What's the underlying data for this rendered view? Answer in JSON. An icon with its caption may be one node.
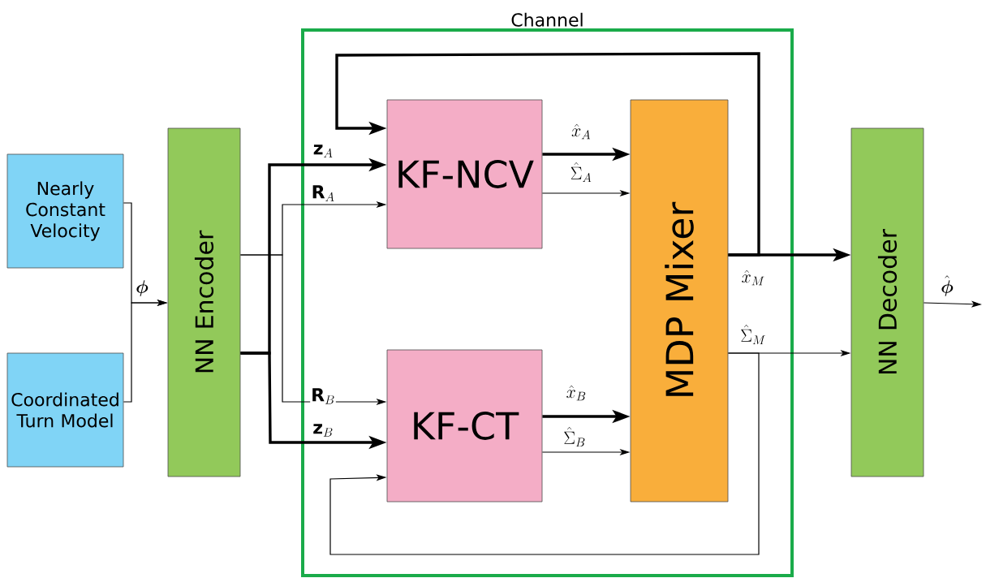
{
  "diagram": {
    "nodes": [
      {
        "text": [
          "Channel"
        ]
      },
      {
        "text": [
          "Nearly Constant Velocity"
        ]
      },
      {
        "text": [
          "Coordinated Turn Model"
        ]
      },
      {
        "text": [
          "NN Encoder"
        ]
      },
      {
        "text": [
          "KF-NCV"
        ],
        "in": 0
      },
      {
        "text": [
          "KF-CT"
        ],
        "in": 0
      },
      {
        "text": [
          "MDP Mixer"
        ],
        "in": 0
      },
      {
        "text": [
          "NN Decoder"
        ]
      }
    ],
    "edges": [
      {
        "from": 1,
        "to": 3,
        "arrow": "to",
        "label": "\\boldsymbol{\\phi}"
      },
      {
        "from": 2,
        "to": 3,
        "arrow": "to"
      },
      {
        "from": 3,
        "to": 4,
        "arrow": "to",
        "style": "thick",
        "label": "\\mathbf{z}_A"
      },
      {
        "from": 3,
        "to": 4,
        "arrow": "to",
        "label": "\\mathbf{R}_A"
      },
      {
        "from": 3,
        "to": 5,
        "arrow": "to",
        "label": "\\mathbf{R}_B"
      },
      {
        "from": 3,
        "to": 5,
        "arrow": "to",
        "style": "thick",
        "label": "\\mathbf{z}_B"
      },
      {
        "from": 4,
        "to": 6,
        "arrow": "to",
        "style": "thick",
        "label": "\\hat{x}_A"
      },
      {
        "from": 4,
        "to": 6,
        "arrow": "to",
        "label": "\\hat{\\Sigma}_A"
      },
      {
        "from": 5,
        "to": 6,
        "arrow": "to",
        "style": "thick",
        "label": "\\hat{x}_B"
      },
      {
        "from": 5,
        "to": 6,
        "arrow": "to",
        "label": "\\hat{\\Sigma}_B"
      },
      {
        "from": 6,
        "to": 7,
        "arrow": "to",
        "style": "thick",
        "label": "\\hat{x}_M"
      },
      {
        "from": 6,
        "to": 7,
        "arrow": "to",
        "label": "\\hat{\\Sigma}_M"
      },
      {
        "from": 6,
        "to": 4,
        "arrow": "to",
        "style": "thick"
      },
      {
        "from": 6,
        "to": 5,
        "arrow": "to"
      },
      {
        "from": 7,
        "to": null,
        "arrow": "to",
        "label": "\\hat{\\boldsymbol{\\phi}}"
      }
    ]
  }
}
